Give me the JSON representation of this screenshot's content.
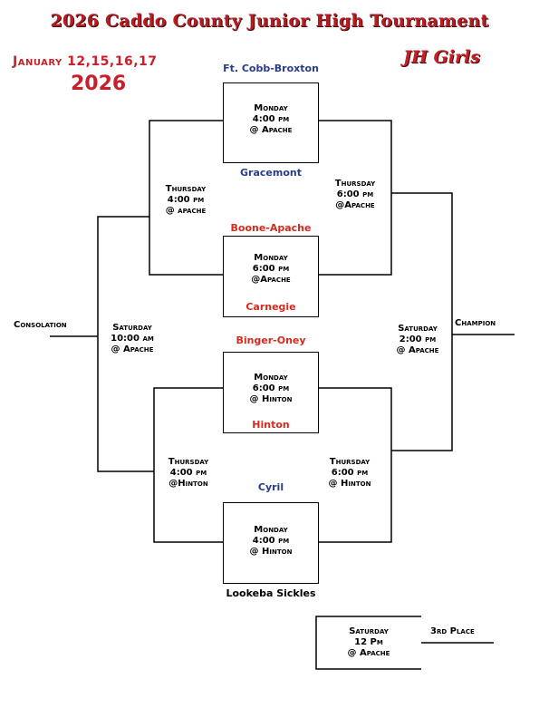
{
  "header": {
    "title": "2026 Caddo County Junior High Tournament",
    "dates": "January 12,15,16,17",
    "year": "2026",
    "division": "JH Girls"
  },
  "teams": {
    "ft_cobb_broxton": "Ft. Cobb-Broxton",
    "gracemont": "Gracemont",
    "boone_apache": "Boone-Apache",
    "carnegie": "Carnegie",
    "binger_oney": "Binger-Oney",
    "hinton": "Hinton",
    "cyril": "Cyril",
    "lookeba_sickles": "Lookeba Sickles"
  },
  "games": {
    "g1": {
      "day": "Monday",
      "time": "4:00 pm",
      "site": "@ Apache"
    },
    "g2": {
      "day": "Monday",
      "time": "6:00 pm",
      "site": "@Apache"
    },
    "g3": {
      "day": "Monday",
      "time": "6:00 pm",
      "site": "@ Hinton"
    },
    "g4": {
      "day": "Monday",
      "time": "4:00 pm",
      "site": "@ Hinton"
    },
    "semi_top_cons": {
      "day": "Thursday",
      "time": "4:00 pm",
      "site": "@ apache"
    },
    "semi_top_win": {
      "day": "Thursday",
      "time": "6:00 pm",
      "site": "@Apache"
    },
    "semi_bot_cons": {
      "day": "Thursday",
      "time": "4:00 pm",
      "site": "@Hinton"
    },
    "semi_bot_win": {
      "day": "Thursday",
      "time": "6:00 pm",
      "site": "@ Hinton"
    },
    "consolation": {
      "day": "Saturday",
      "time": "10:00 am",
      "site": "@ Apache"
    },
    "championship": {
      "day": "Saturday",
      "time": "2:00 pm",
      "site": "@ Apache"
    },
    "third_place": {
      "day": "Saturday",
      "time": "12 Pm",
      "site": "@ Apache"
    }
  },
  "labels": {
    "consolation": "Consolation",
    "champion": "Champion",
    "third_place": "3rd Place"
  },
  "colors": {
    "title_red": "#b81c22",
    "team_blue": "#283c8c",
    "team_red": "#d62a1f"
  }
}
